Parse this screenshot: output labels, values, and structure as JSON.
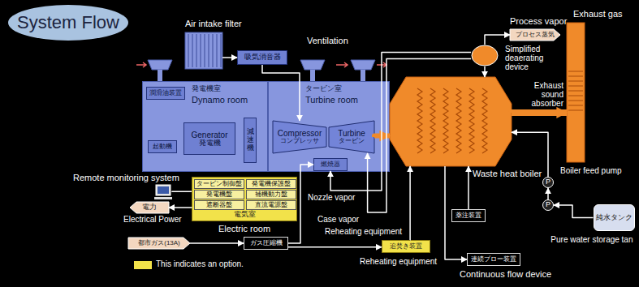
{
  "diagram": {
    "title": "System Flow",
    "nodes": [
      {
        "text": [
          "発電機室",
          "Dynamo room"
        ]
      },
      {
        "text": [
          "潤滑油装置"
        ],
        "in": 0
      },
      {
        "text": [
          "Generator",
          "発電機"
        ],
        "in": 0
      },
      {
        "text": [
          "減速機"
        ],
        "in": 0
      },
      {
        "text": [
          "起動機"
        ],
        "in": 0
      },
      {
        "text": [
          "タービン室",
          "Turbine room"
        ]
      },
      {
        "text": [
          "Compressor",
          "コンプレッサ"
        ],
        "in": 5
      },
      {
        "text": [
          "Turbine",
          "タービン"
        ],
        "in": 5
      },
      {
        "text": [
          "燃焼器"
        ],
        "in": 5
      },
      {
        "text": [
          "Air intake filter"
        ]
      },
      {
        "text": [
          "吸気消音器"
        ]
      },
      {
        "text": [
          "電気室",
          "Electric room"
        ]
      },
      {
        "text": [
          "タービン制御盤"
        ],
        "in": 11
      },
      {
        "text": [
          "発電機保護盤"
        ],
        "in": 11
      },
      {
        "text": [
          "発電機盤"
        ],
        "in": 11
      },
      {
        "text": [
          "補機動力盤"
        ],
        "in": 11
      },
      {
        "text": [
          "遮断器盤"
        ],
        "in": 11
      },
      {
        "text": [
          "直流電源盤"
        ],
        "in": 11
      },
      {
        "text": [
          "Waste heat boiler"
        ]
      },
      {
        "text": [
          "Exhaust gas",
          "Exhaust sound absorber"
        ]
      },
      {
        "text": [
          "Simplified deaerating device"
        ]
      },
      {
        "text": [
          "純水タンク",
          "Pure water storage tan"
        ]
      },
      {
        "text": [
          "薬注装置"
        ]
      },
      {
        "text": [
          "追焚き装置",
          "Reheating equipment"
        ]
      },
      {
        "text": [
          "連続ブロー装置",
          "Continuous flow device"
        ]
      },
      {
        "text": [
          "ガス圧縮機"
        ]
      },
      {
        "text": [
          "都市ガス(13A)"
        ]
      },
      {
        "text": [
          "電力",
          "Electrical Power"
        ]
      },
      {
        "text": [
          "プロセス蒸気",
          "Process vapor"
        ]
      },
      {
        "text": [
          "Remote monitoring system"
        ]
      },
      {
        "text": [
          "P",
          "Boiler feed pump"
        ]
      },
      {
        "text": [
          "P"
        ]
      }
    ],
    "edges": [
      {
        "from": 9,
        "to": 10,
        "arrow": "to"
      },
      {
        "from": 10,
        "to": 6,
        "arrow": "to"
      },
      {
        "from": 7,
        "to": 18,
        "arrow": "to"
      },
      {
        "from": 18,
        "to": 19,
        "arrow": "to"
      },
      {
        "from": 26,
        "to": 25,
        "arrow": "to"
      },
      {
        "from": 25,
        "to": 8,
        "arrow": "to"
      },
      {
        "from": 25,
        "to": 23,
        "arrow": "to"
      },
      {
        "from": 23,
        "to": 18,
        "arrow": "to"
      },
      {
        "from": 18,
        "to": 24,
        "arrow": "to"
      },
      {
        "from": 22,
        "to": 18,
        "arrow": "to"
      },
      {
        "from": 20,
        "to": 18,
        "arrow": "to"
      },
      {
        "from": 20,
        "to": 28,
        "arrow": "to"
      },
      {
        "from": 20,
        "to": 8,
        "label": "Nozzle vapor",
        "arrow": "to"
      },
      {
        "from": 20,
        "to": 7,
        "label": "Case vapor",
        "arrow": "to"
      },
      {
        "from": 21,
        "to": 31,
        "arrow": "to"
      },
      {
        "from": 31,
        "to": 30,
        "arrow": "to"
      },
      {
        "from": 30,
        "to": 18,
        "arrow": "to"
      },
      {
        "from": 11,
        "to": 27,
        "arrow": "to"
      },
      {
        "from": 29,
        "to": 11,
        "arrow": "none"
      }
    ],
    "labels": [
      "Ventilation",
      "Reheating equipment"
    ],
    "legend": [
      {
        "text": "This indicates an option.",
        "color": "#f2e24a"
      }
    ]
  }
}
